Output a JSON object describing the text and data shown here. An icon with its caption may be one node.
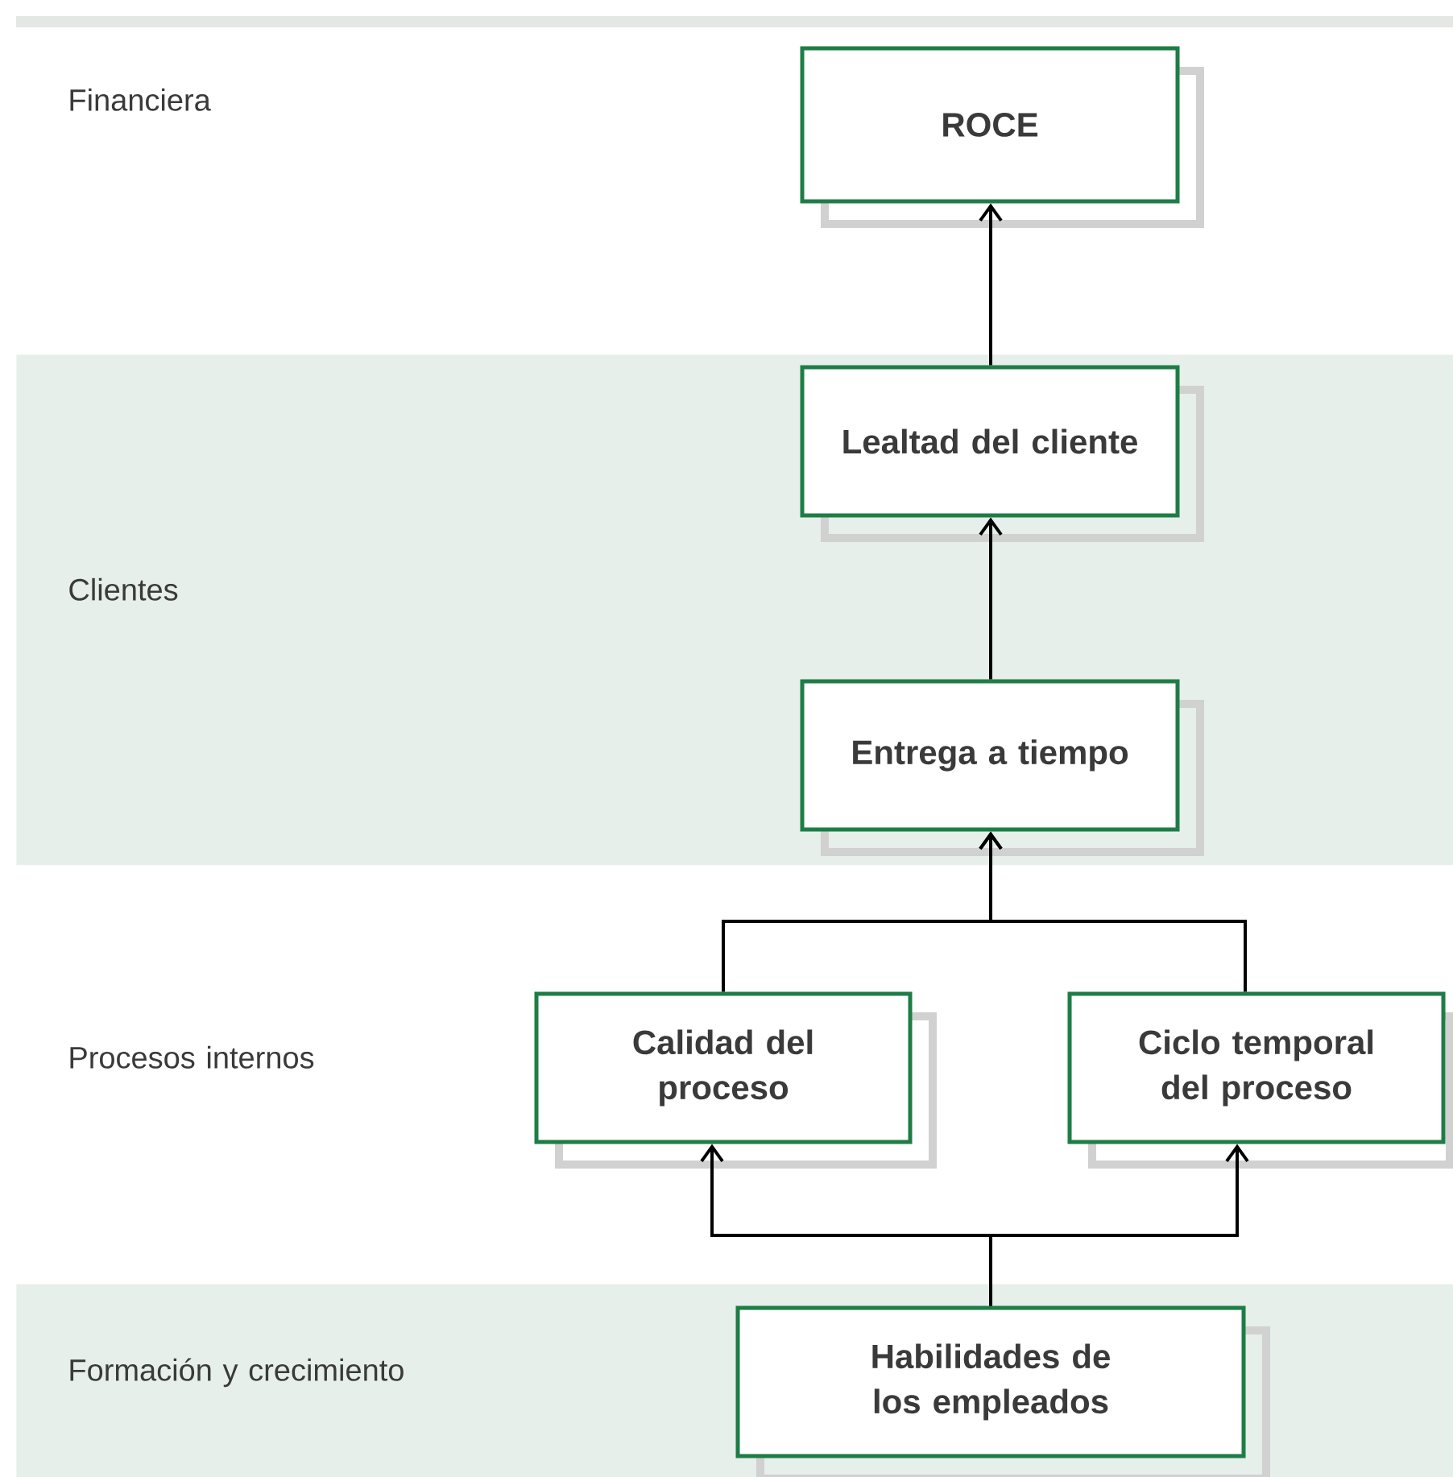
{
  "diagram": {
    "nodes": [
      {
        "text": [
          "Financiera"
        ]
      },
      {
        "text": [
          "ROCE"
        ],
        "in": 0
      },
      {
        "text": [
          "Clientes"
        ]
      },
      {
        "text": [
          "Lealtad del cliente"
        ],
        "in": 2
      },
      {
        "text": [
          "Entrega a tiempo"
        ],
        "in": 2
      },
      {
        "text": [
          "Procesos internos"
        ]
      },
      {
        "text": [
          "Calidad del proceso"
        ],
        "in": 5
      },
      {
        "text": [
          "Ciclo temporal del proceso"
        ],
        "in": 5
      },
      {
        "text": [
          "Formación y crecimiento"
        ]
      },
      {
        "text": [
          "Habilidades de los empleados"
        ],
        "in": 8
      }
    ],
    "edges": [
      {
        "from": 3,
        "to": 1,
        "arrow": "to"
      },
      {
        "from": 4,
        "to": 3,
        "arrow": "to"
      },
      {
        "from": 6,
        "to": 4,
        "arrow": "to"
      },
      {
        "from": 7,
        "to": 4,
        "arrow": "to"
      },
      {
        "from": 9,
        "to": 6,
        "arrow": "to"
      },
      {
        "from": 9,
        "to": 7,
        "arrow": "to"
      }
    ]
  }
}
